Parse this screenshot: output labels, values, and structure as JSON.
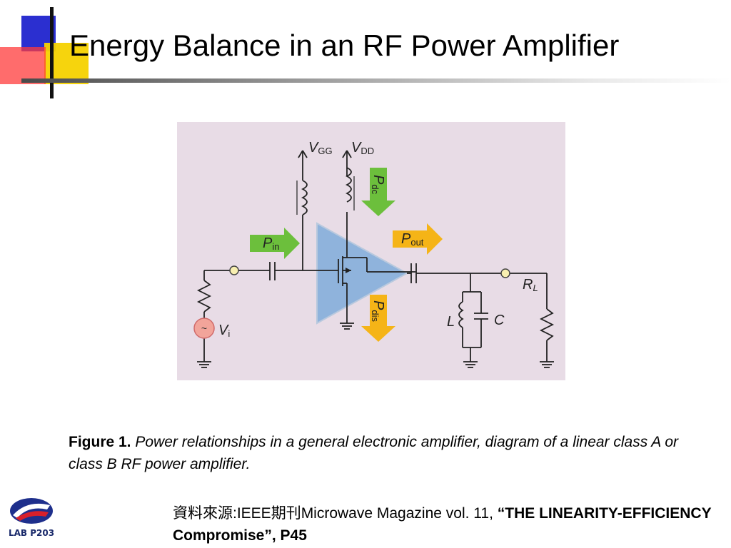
{
  "slide": {
    "title": "Energy Balance in an RF Power Amplifier"
  },
  "figure": {
    "labels": {
      "vgg_main": "V",
      "vgg_sub": "GG",
      "vdd_main": "V",
      "vdd_sub": "DD",
      "pin_main": "P",
      "pin_sub": "in",
      "pout_main": "P",
      "pout_sub": "out",
      "pdc_main": "P",
      "pdc_sub": "dc",
      "pdis_main": "P",
      "pdis_sub": "dis",
      "rl_main": "R",
      "rl_sub": "L",
      "vi_main": "V",
      "vi_sub": "i",
      "l": "L",
      "c": "C"
    },
    "colors": {
      "background": "#e8dce6",
      "amplifier": "#8fb3dc",
      "green_arrow": "#6cbf3c",
      "orange_arrow": "#f5b417",
      "source": "#f2a49a"
    }
  },
  "caption": {
    "label": "Figure 1.",
    "text": "Power relationships in a general electronic amplifier, diagram of a linear class A or class B RF power amplifier."
  },
  "source": {
    "prefix": "資料來源:IEEE期刊Microwave Magazine vol. 11, ",
    "bold": "“THE LINEARITY-EFFICIENCY Compromise”, P45"
  },
  "logo": {
    "text": "LAB P203"
  }
}
